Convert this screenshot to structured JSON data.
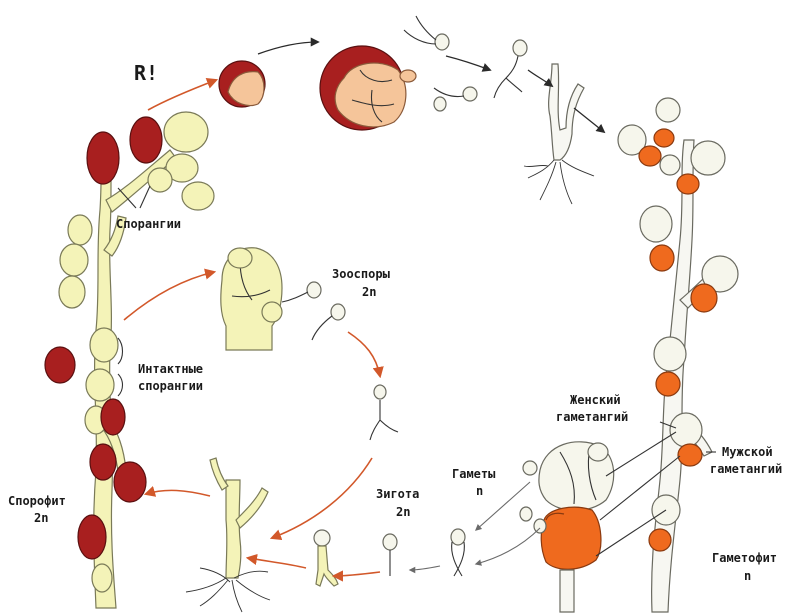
{
  "labels": {
    "meiosis": "R!",
    "sporangia": "Спорангии",
    "zoospores_line1": "Зооспоры",
    "zoospores_line2": "2n",
    "intact_line1": "Интактные",
    "intact_line2": "спорангии",
    "female_line1": "Женский",
    "female_line2": "гаметангий",
    "male_line1": "Мужской",
    "male_line2": "гаметангий",
    "gametes_line1": "Гаметы",
    "gametes_line2": "n",
    "zygote_line1": "Зигота",
    "zygote_line2": "2n",
    "sporophyte_line1": "Спорофит",
    "sporophyte_line2": "2n",
    "gametophyte_line1": "Гаметофит",
    "gametophyte_line2": "n"
  },
  "colors": {
    "resistant_sporangium": "#a81f1f",
    "male_gametangium": "#ef6a1e",
    "sporophyte_cells": "#f4f3b8",
    "gametophyte_cells": "#f6f6ec",
    "cycle_arrow_sporophyte": "#d2582a",
    "cycle_arrow_gametophyte": "#2a2a2a"
  }
}
